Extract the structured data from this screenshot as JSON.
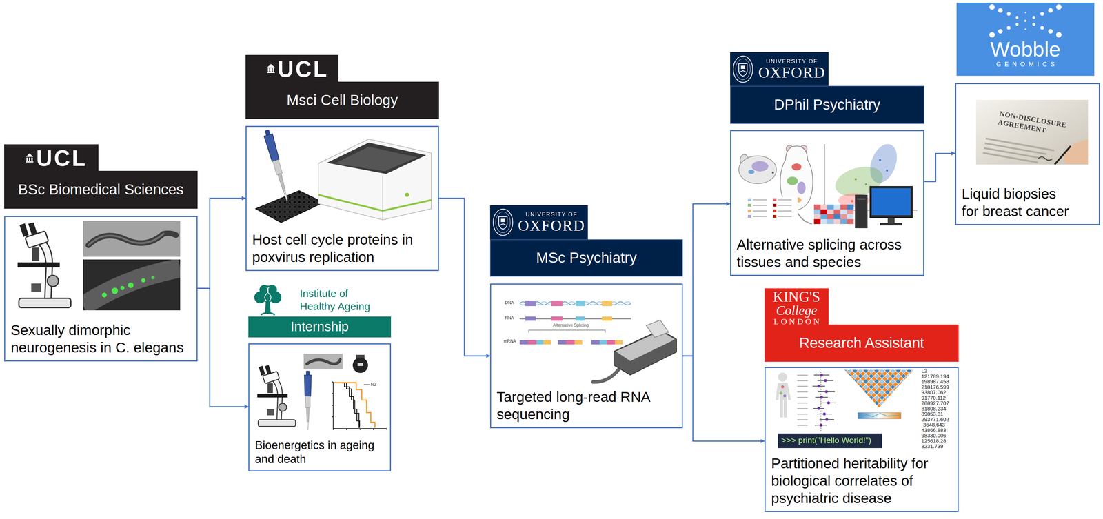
{
  "diagram": {
    "nodes": [
      {
        "text": [
          "UCL",
          "BSc Biomedical Sciences"
        ]
      },
      {
        "text": [
          "Sexually dimorphic neurogenesis in C. elegans"
        ]
      },
      {
        "text": [
          "UCL",
          "Msci Cell Biology"
        ]
      },
      {
        "text": [
          "Host cell cycle proteins in poxvirus replication"
        ]
      },
      {
        "text": [
          "Institute of Healthy Ageing",
          "Internship"
        ]
      },
      {
        "text": [
          "Bioenergetics in ageing and death"
        ]
      },
      {
        "text": [
          "UNIVERSITY OF",
          "OXFORD",
          "MSc Psychiatry"
        ]
      },
      {
        "text": [
          "Targeted long-read RNA sequencing"
        ]
      },
      {
        "text": [
          "UNIVERSITY OF",
          "OXFORD",
          "DPhil Psychiatry"
        ]
      },
      {
        "text": [
          "Alternative splicing across tissues and species"
        ]
      },
      {
        "text": [
          "Wobble",
          "GENOMICS"
        ]
      },
      {
        "text": [
          "Liquid biopsies for breast cancer"
        ]
      },
      {
        "text": [
          "KING'S",
          "College",
          "LONDON",
          "Research Assistant"
        ]
      },
      {
        "text": [
          "Partitioned heritability for biological correlates of psychiatric disease"
        ]
      }
    ],
    "edges": [
      {
        "from": 1,
        "to": 3,
        "arrow": "to"
      },
      {
        "from": 1,
        "to": 5,
        "arrow": "to"
      },
      {
        "from": 3,
        "to": 7,
        "arrow": "to"
      },
      {
        "from": 7,
        "to": 9,
        "arrow": "to"
      },
      {
        "from": 7,
        "to": 13,
        "arrow": "to"
      },
      {
        "from": 9,
        "to": 11,
        "arrow": "to"
      }
    ],
    "labels": [
      "DNA",
      "RNA",
      "mRNA",
      "Alternative Splicing",
      "N2",
      "NON-DISCLOSURE AGREEMENT",
      ">>> print(\"Hello World!\")",
      "L2",
      "121789.194",
      "198987.458",
      "218176.599",
      "93807.062",
      "91770.112",
      "288927.707",
      "81808.234",
      "89053.81",
      "293771.602",
      "-3648.643",
      "43866.883",
      "98330.006",
      "125618.28",
      "8231.739"
    ]
  }
}
